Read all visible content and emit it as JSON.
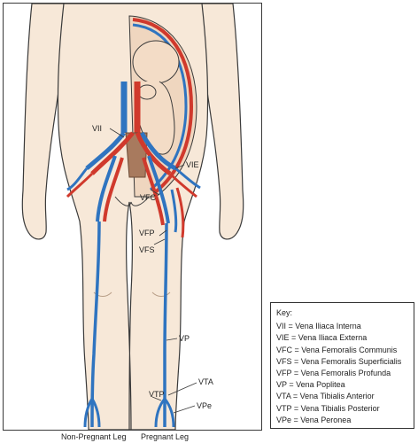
{
  "colors": {
    "skin": "#f7e8d8",
    "skin_shade": "#efd6bf",
    "outline": "#3a3a3a",
    "vein": "#2f74c0",
    "artery": "#d0392c",
    "background": "#ffffff"
  },
  "labels": {
    "vii": "VII",
    "vie": "VIE",
    "vfc": "VFC",
    "vfp": "VFP",
    "vfs": "VFS",
    "vp": "VP",
    "vta": "VTA",
    "vtp": "VTP",
    "vpe": "VPe"
  },
  "captions": {
    "left_leg": "Non-Pregnant Leg",
    "right_leg": "Pregnant Leg"
  },
  "key": {
    "title": "Key:",
    "items": [
      "VII = Vena Iliaca Interna",
      "VIE = Vena Iliaca Externa",
      "VFC = Vena Femoralis Communis",
      "VFS = Vena Femoralis Superficialis",
      "VFP = Vena Femoralis Profunda",
      "VP = Vena Poplitea",
      "VTA = Vena Tibialis Anterior",
      "VTP = Vena Tibialis Posterior",
      "VPe = Vena Peronea"
    ]
  }
}
